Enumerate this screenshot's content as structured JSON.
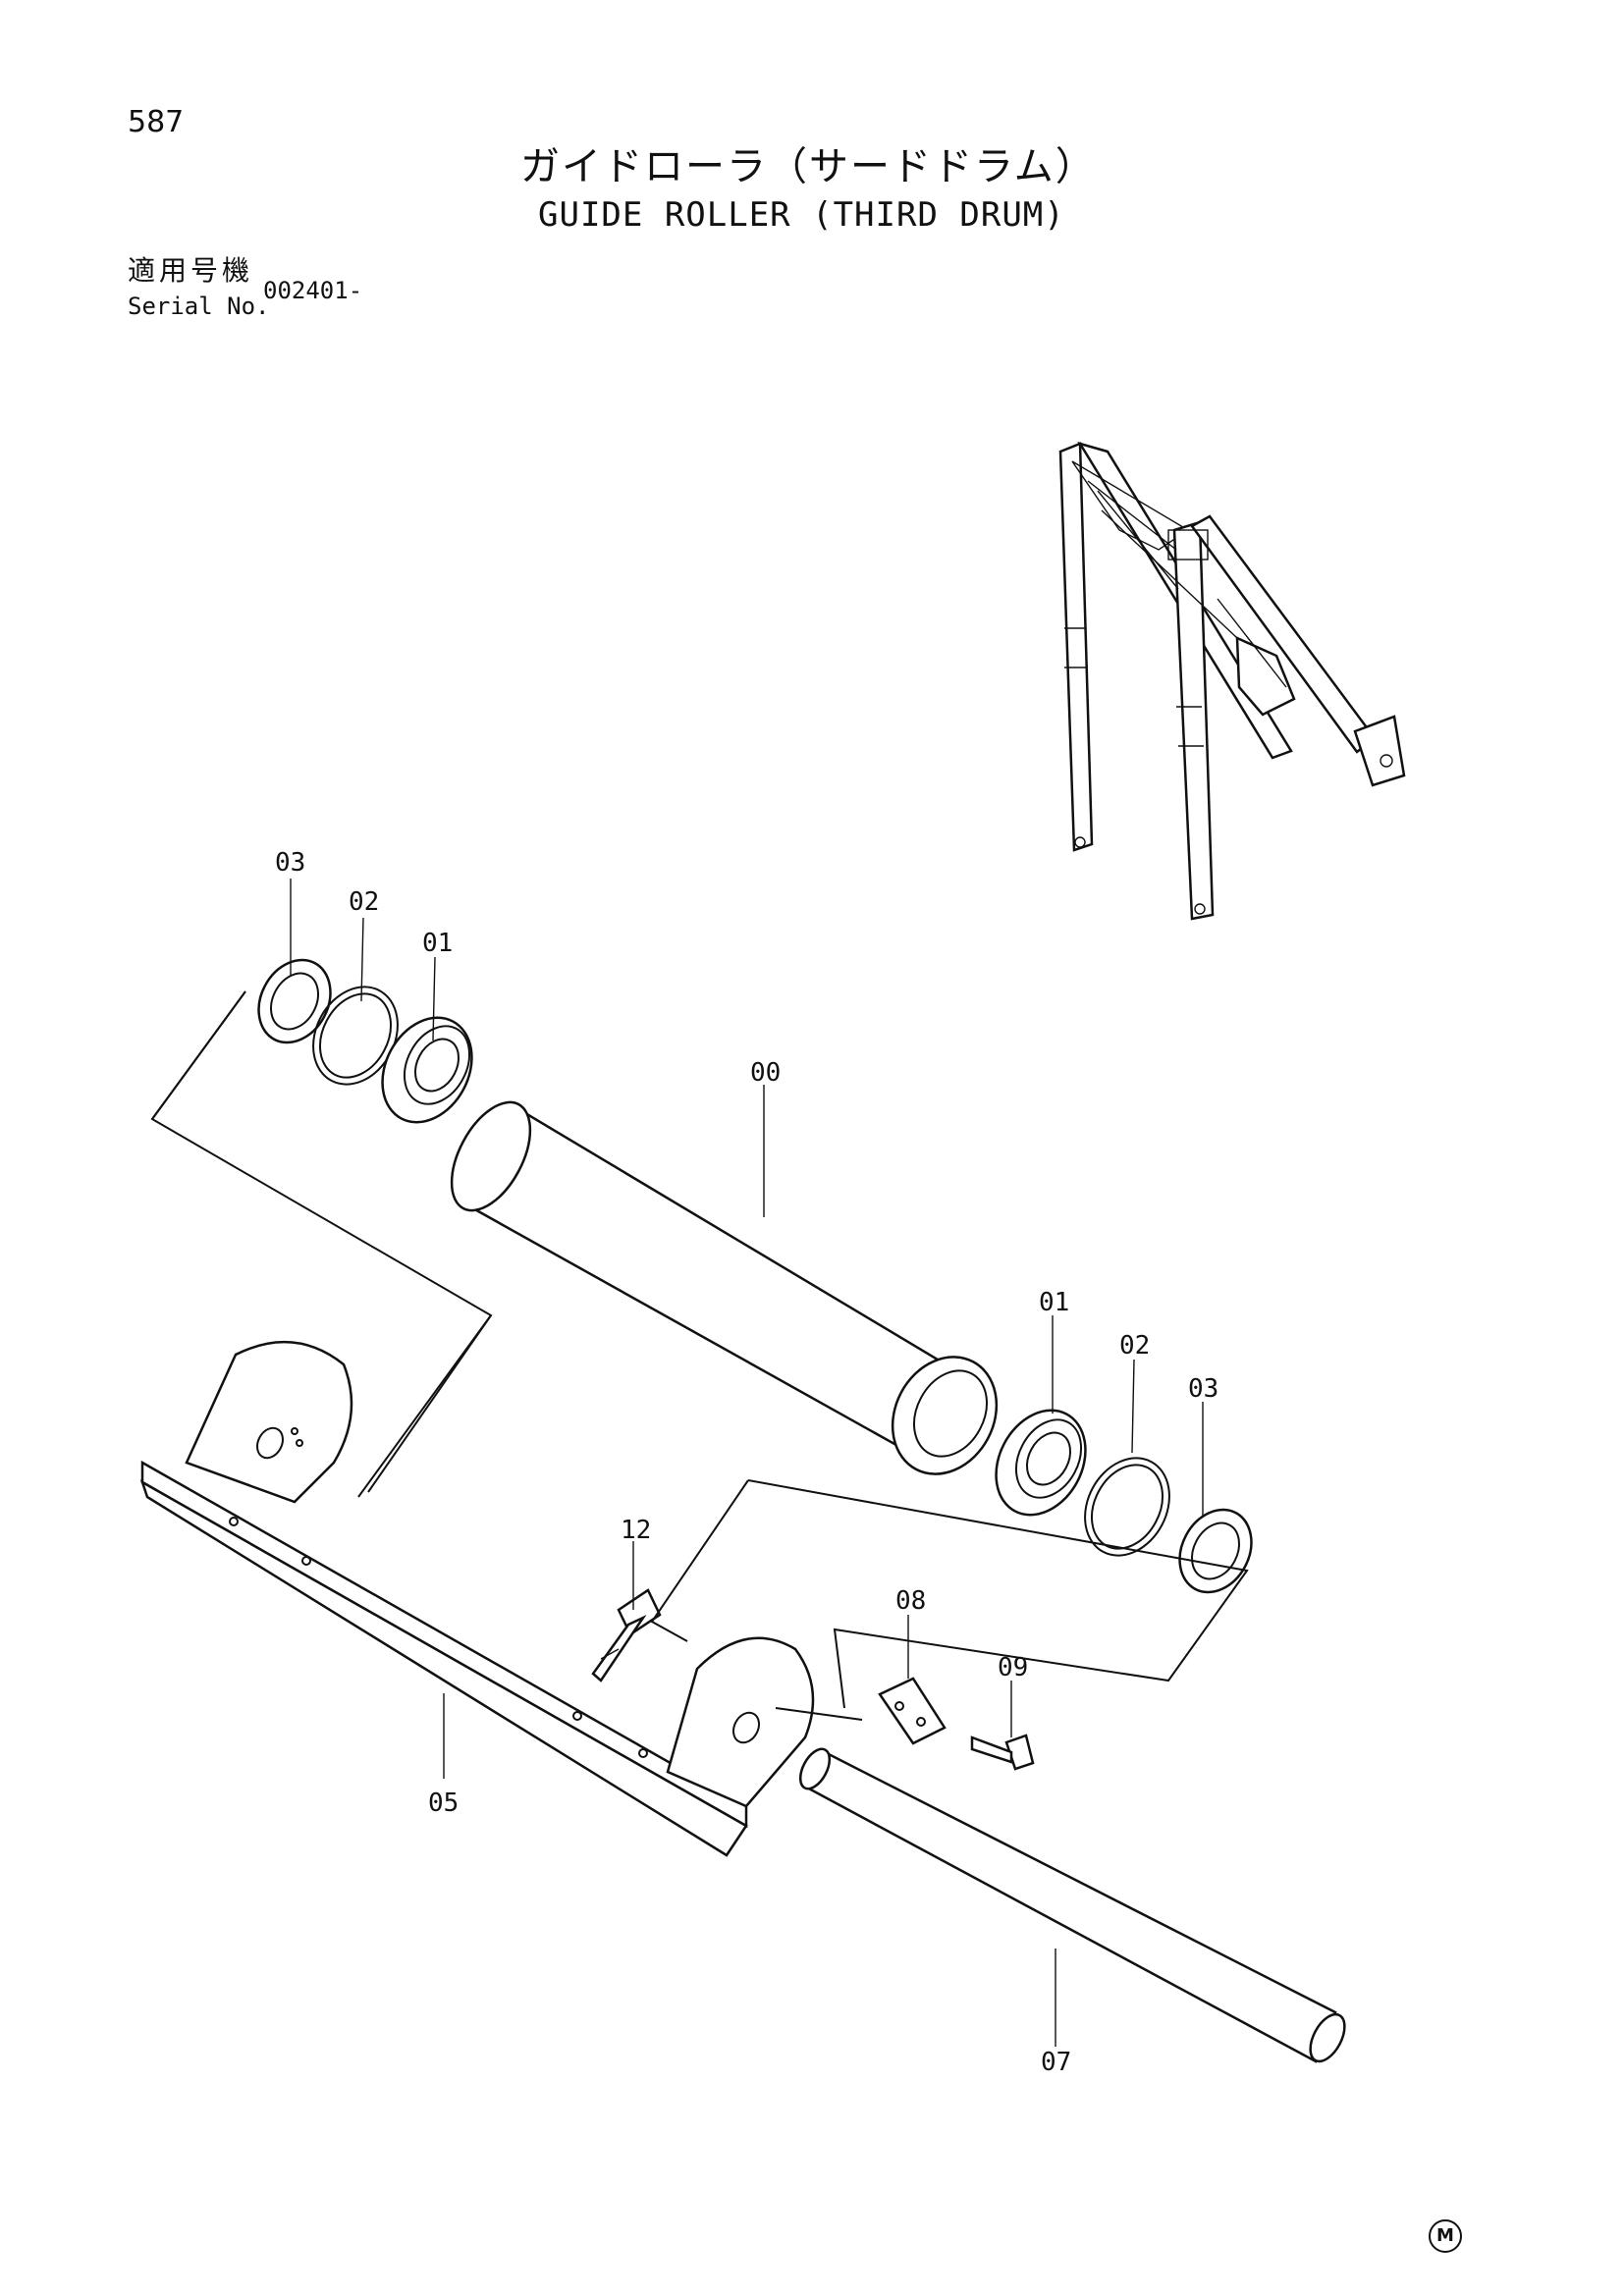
{
  "page_number": "587",
  "title_jp": "ガイドローラ（サードドラム）",
  "title_en": "GUIDE ROLLER (THIRD DRUM)",
  "serial": {
    "label_jp": "適用号機",
    "label_en": "Serial No.",
    "value": "002401-"
  },
  "callouts": {
    "c03_left": "03",
    "c02_left": "02",
    "c01_left": "01",
    "c00": "00",
    "c01_right": "01",
    "c02_right": "02",
    "c03_right": "03",
    "c12": "12",
    "c08": "08",
    "c09": "09",
    "c05": "05",
    "c07": "07"
  },
  "mark": "M"
}
